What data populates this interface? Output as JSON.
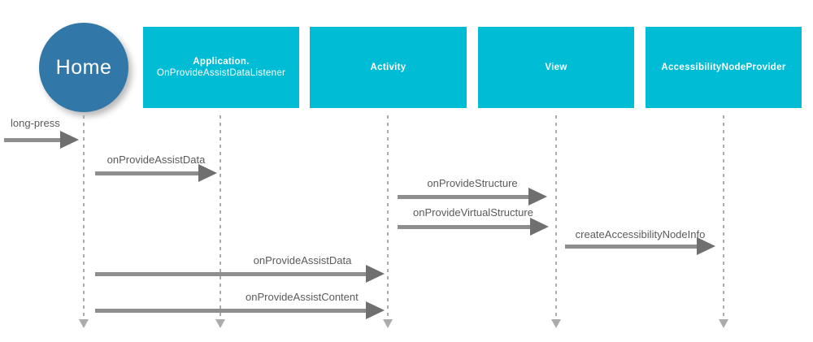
{
  "diagram": {
    "type": "sequence-diagram",
    "topic": "Android assist / accessibility data flow",
    "actors": [
      {
        "id": "home",
        "shape": "circle",
        "label": "Home"
      },
      {
        "id": "application",
        "shape": "box",
        "title": "Application.",
        "subtitle": "OnProvideAssistDataListener"
      },
      {
        "id": "activity",
        "shape": "box",
        "title": "Activity"
      },
      {
        "id": "view",
        "shape": "box",
        "title": "View"
      },
      {
        "id": "accessibility_node_provider",
        "shape": "box",
        "title": "AccessibilityNodeProvider"
      }
    ],
    "messages": [
      {
        "label": "long-press",
        "from": "user",
        "to": "home"
      },
      {
        "label": "onProvideAssistData",
        "from": "home",
        "to": "application"
      },
      {
        "label": "onProvideStructure",
        "from": "activity",
        "to": "view"
      },
      {
        "label": "onProvideVirtualStructure",
        "from": "activity",
        "to": "view"
      },
      {
        "label": "createAccessibilityNodeInfo",
        "from": "view",
        "to": "accessibility_node_provider"
      },
      {
        "label": "onProvideAssistData",
        "from": "home",
        "to": "activity"
      },
      {
        "label": "onProvideAssistContent",
        "from": "home",
        "to": "activity"
      }
    ],
    "colors": {
      "actor_box": "#00bcd4",
      "home_circle": "#3177a8",
      "arrow_shaft": "#8e8e8e",
      "arrow_head": "#6f6f6f",
      "lifeline": "#ababab",
      "label_text": "#5a5a5a",
      "box_text": "#ffffff"
    }
  }
}
